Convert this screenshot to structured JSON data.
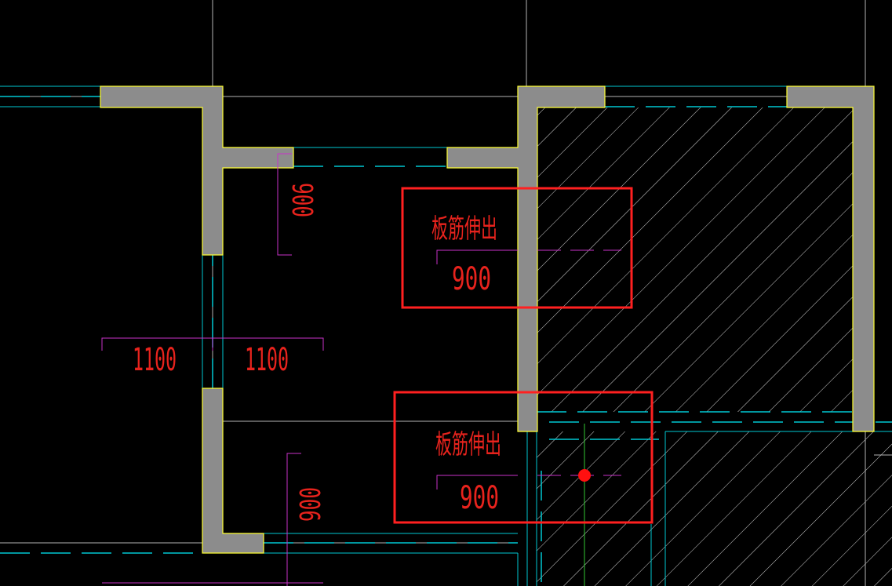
{
  "colors": {
    "background": "#000000",
    "wall_fill": "#8c8c8c",
    "wall_outline": "#ffff33",
    "axis_line": "#00c8d2",
    "grid_line": "#b4b4b4",
    "dimension_line": "#c832c8",
    "label_text": "#e8231d",
    "highlight_box": "#ff2020",
    "hatch": "#d2d2d2",
    "crosshair": "#32c832",
    "snap_marker": "#ff1010"
  },
  "annotations": {
    "upper_label": "板筋伸出",
    "upper_value": "900",
    "lower_label": "板筋伸出",
    "lower_value": "900"
  },
  "dimensions": {
    "left_top_vertical": "900",
    "left_bottom_vertical": "900",
    "left_horizontal": "1100",
    "right_horizontal": "1100"
  }
}
